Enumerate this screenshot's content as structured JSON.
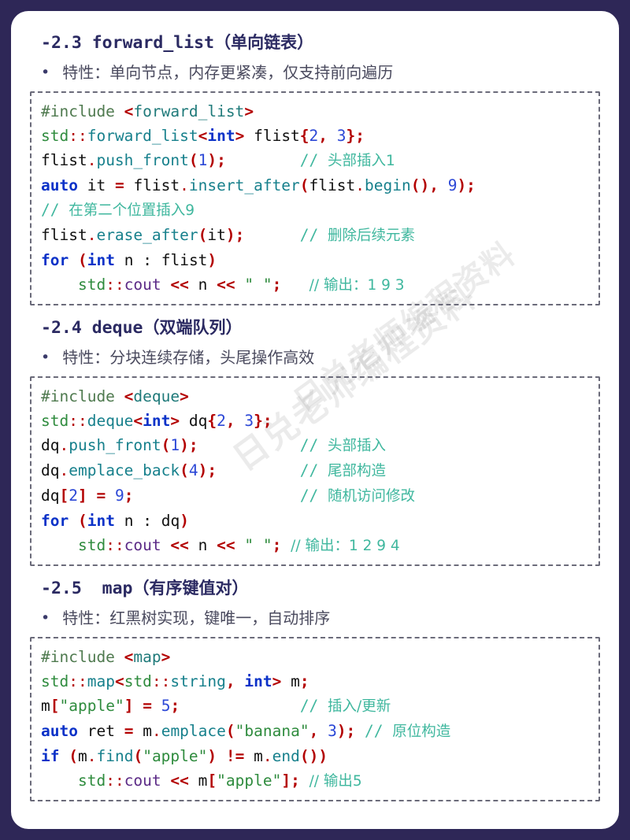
{
  "theme": {
    "frame_color": "#2e2757",
    "card_color": "#ffffff",
    "heading_color": "#2b2a62",
    "body_text_color": "#4a4a5e",
    "comment_color": "#3fb79e",
    "keyword_color": "#0b32c8",
    "string_color": "#2e8b3d",
    "punct_color": "#b30000"
  },
  "watermark": {
    "text": "日兑老师编程资料"
  },
  "sections": [
    {
      "id": "forward-list",
      "number": "-2.3",
      "name": "forward_list",
      "cn_title": "（单向链表）",
      "bullet_marker": "•",
      "bullet": "特性：单向节点，内存更紧凑，仅支持前向遍历",
      "code_lines": [
        "#include <forward_list>",
        "std::forward_list<int> flist{2, 3};",
        "flist.push_front(1);          // 头部插入1",
        "auto it = flist.insert_after(flist.begin(), 9);",
        "// 在第二个位置插入9",
        "flist.erase_after(it);        // 删除后续元素",
        "for (int n : flist)",
        "    std::cout << n << \" \";   // 输出：1 9 3"
      ]
    },
    {
      "id": "deque",
      "number": "-2.4",
      "name": "deque",
      "cn_title": "（双端队列）",
      "bullet_marker": "•",
      "bullet": "特性：分块连续存储，头尾操作高效",
      "code_lines": [
        "#include <deque>",
        "std::deque<int> dq{2, 3};",
        "dq.push_front(1);             // 头部插入",
        "dq.emplace_back(4);           // 尾部构造",
        "dq[2] = 9;                    // 随机访问修改",
        "for (int n : dq)",
        "    std::cout << n << \" \"; // 输出：1 2 9 4"
      ]
    },
    {
      "id": "map",
      "number": "-2.5",
      "name": "map",
      "cn_title": "（有序键值对）",
      "bullet_marker": "•",
      "bullet": "特性：红黑树实现，键唯一，自动排序",
      "code_lines": [
        "#include <map>",
        "std::map<std::string, int> m;",
        "m[\"apple\"] = 5;                // 插入/更新",
        "auto ret = m.emplace(\"banana\", 3); // 原位构造",
        "if (m.find(\"apple\") != m.end())",
        "    std::cout << m[\"apple\"]; // 输出5"
      ]
    }
  ]
}
